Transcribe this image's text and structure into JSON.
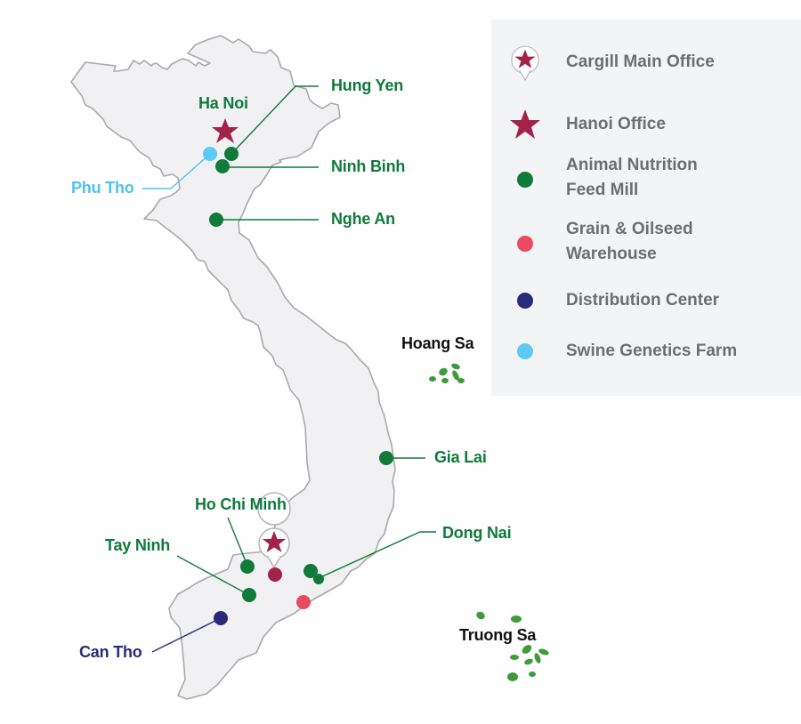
{
  "map": {
    "colors": {
      "land_fill": "#f1f1f3",
      "land_stroke": "#a9a9ad",
      "feed_mill": "#0f7a3a",
      "grain_warehouse": "#e84a5f",
      "distribution_center": "#2b2a78",
      "swine_farm": "#5ccaf2",
      "office": "#a3224a",
      "islands": "#3f9a3a"
    },
    "labels": {
      "ha_noi": "Ha Noi",
      "hung_yen": "Hung Yen",
      "ninh_binh": "Ninh Binh",
      "phu_tho": "Phu Tho",
      "nghe_an": "Nghe An",
      "hoang_sa": "Hoang Sa",
      "gia_lai": "Gia Lai",
      "ho_chi_minh": "Ho Chi Minh",
      "tay_ninh": "Tay Ninh",
      "dong_nai": "Dong Nai",
      "can_tho": "Can Tho",
      "truong_sa": "Truong Sa"
    },
    "locations": [
      {
        "name": "Ha Noi",
        "type": "Hanoi Office"
      },
      {
        "name": "Hung Yen",
        "type": "Animal Nutrition Feed Mill"
      },
      {
        "name": "Ninh Binh",
        "type": "Animal Nutrition Feed Mill"
      },
      {
        "name": "Phu Tho",
        "type": "Swine Genetics Farm"
      },
      {
        "name": "Nghe An",
        "type": "Animal Nutrition Feed Mill"
      },
      {
        "name": "Gia Lai",
        "type": "Animal Nutrition Feed Mill"
      },
      {
        "name": "Ho Chi Minh",
        "type": "Animal Nutrition Feed Mill"
      },
      {
        "name": "Ho Chi Minh",
        "type": "Cargill Main Office"
      },
      {
        "name": "Tay Ninh",
        "type": "Animal Nutrition Feed Mill"
      },
      {
        "name": "Dong Nai",
        "type": "Animal Nutrition Feed Mill"
      },
      {
        "name": "Dong Nai",
        "type": "Grain & Oilseed Warehouse"
      },
      {
        "name": "Can Tho",
        "type": "Distribution Center"
      }
    ]
  },
  "legend": {
    "items": [
      {
        "label": "Cargill Main Office",
        "icon": "star-pin-icon",
        "color": "#a3224a"
      },
      {
        "label": "Hanoi Office",
        "icon": "star-icon",
        "color": "#a3224a"
      },
      {
        "label": "Animal Nutrition Feed Mill",
        "line1": "Animal Nutrition",
        "line2": "Feed Mill",
        "icon": "dot-icon",
        "color": "#0f7a3a"
      },
      {
        "label": "Grain & Oilseed Warehouse",
        "line1": "Grain & Oilseed",
        "line2": "Warehouse",
        "icon": "dot-icon",
        "color": "#e84a5f"
      },
      {
        "label": "Distribution Center",
        "icon": "dot-icon",
        "color": "#2b2a78"
      },
      {
        "label": "Swine Genetics Farm",
        "icon": "dot-icon",
        "color": "#5ccaf2"
      }
    ]
  }
}
